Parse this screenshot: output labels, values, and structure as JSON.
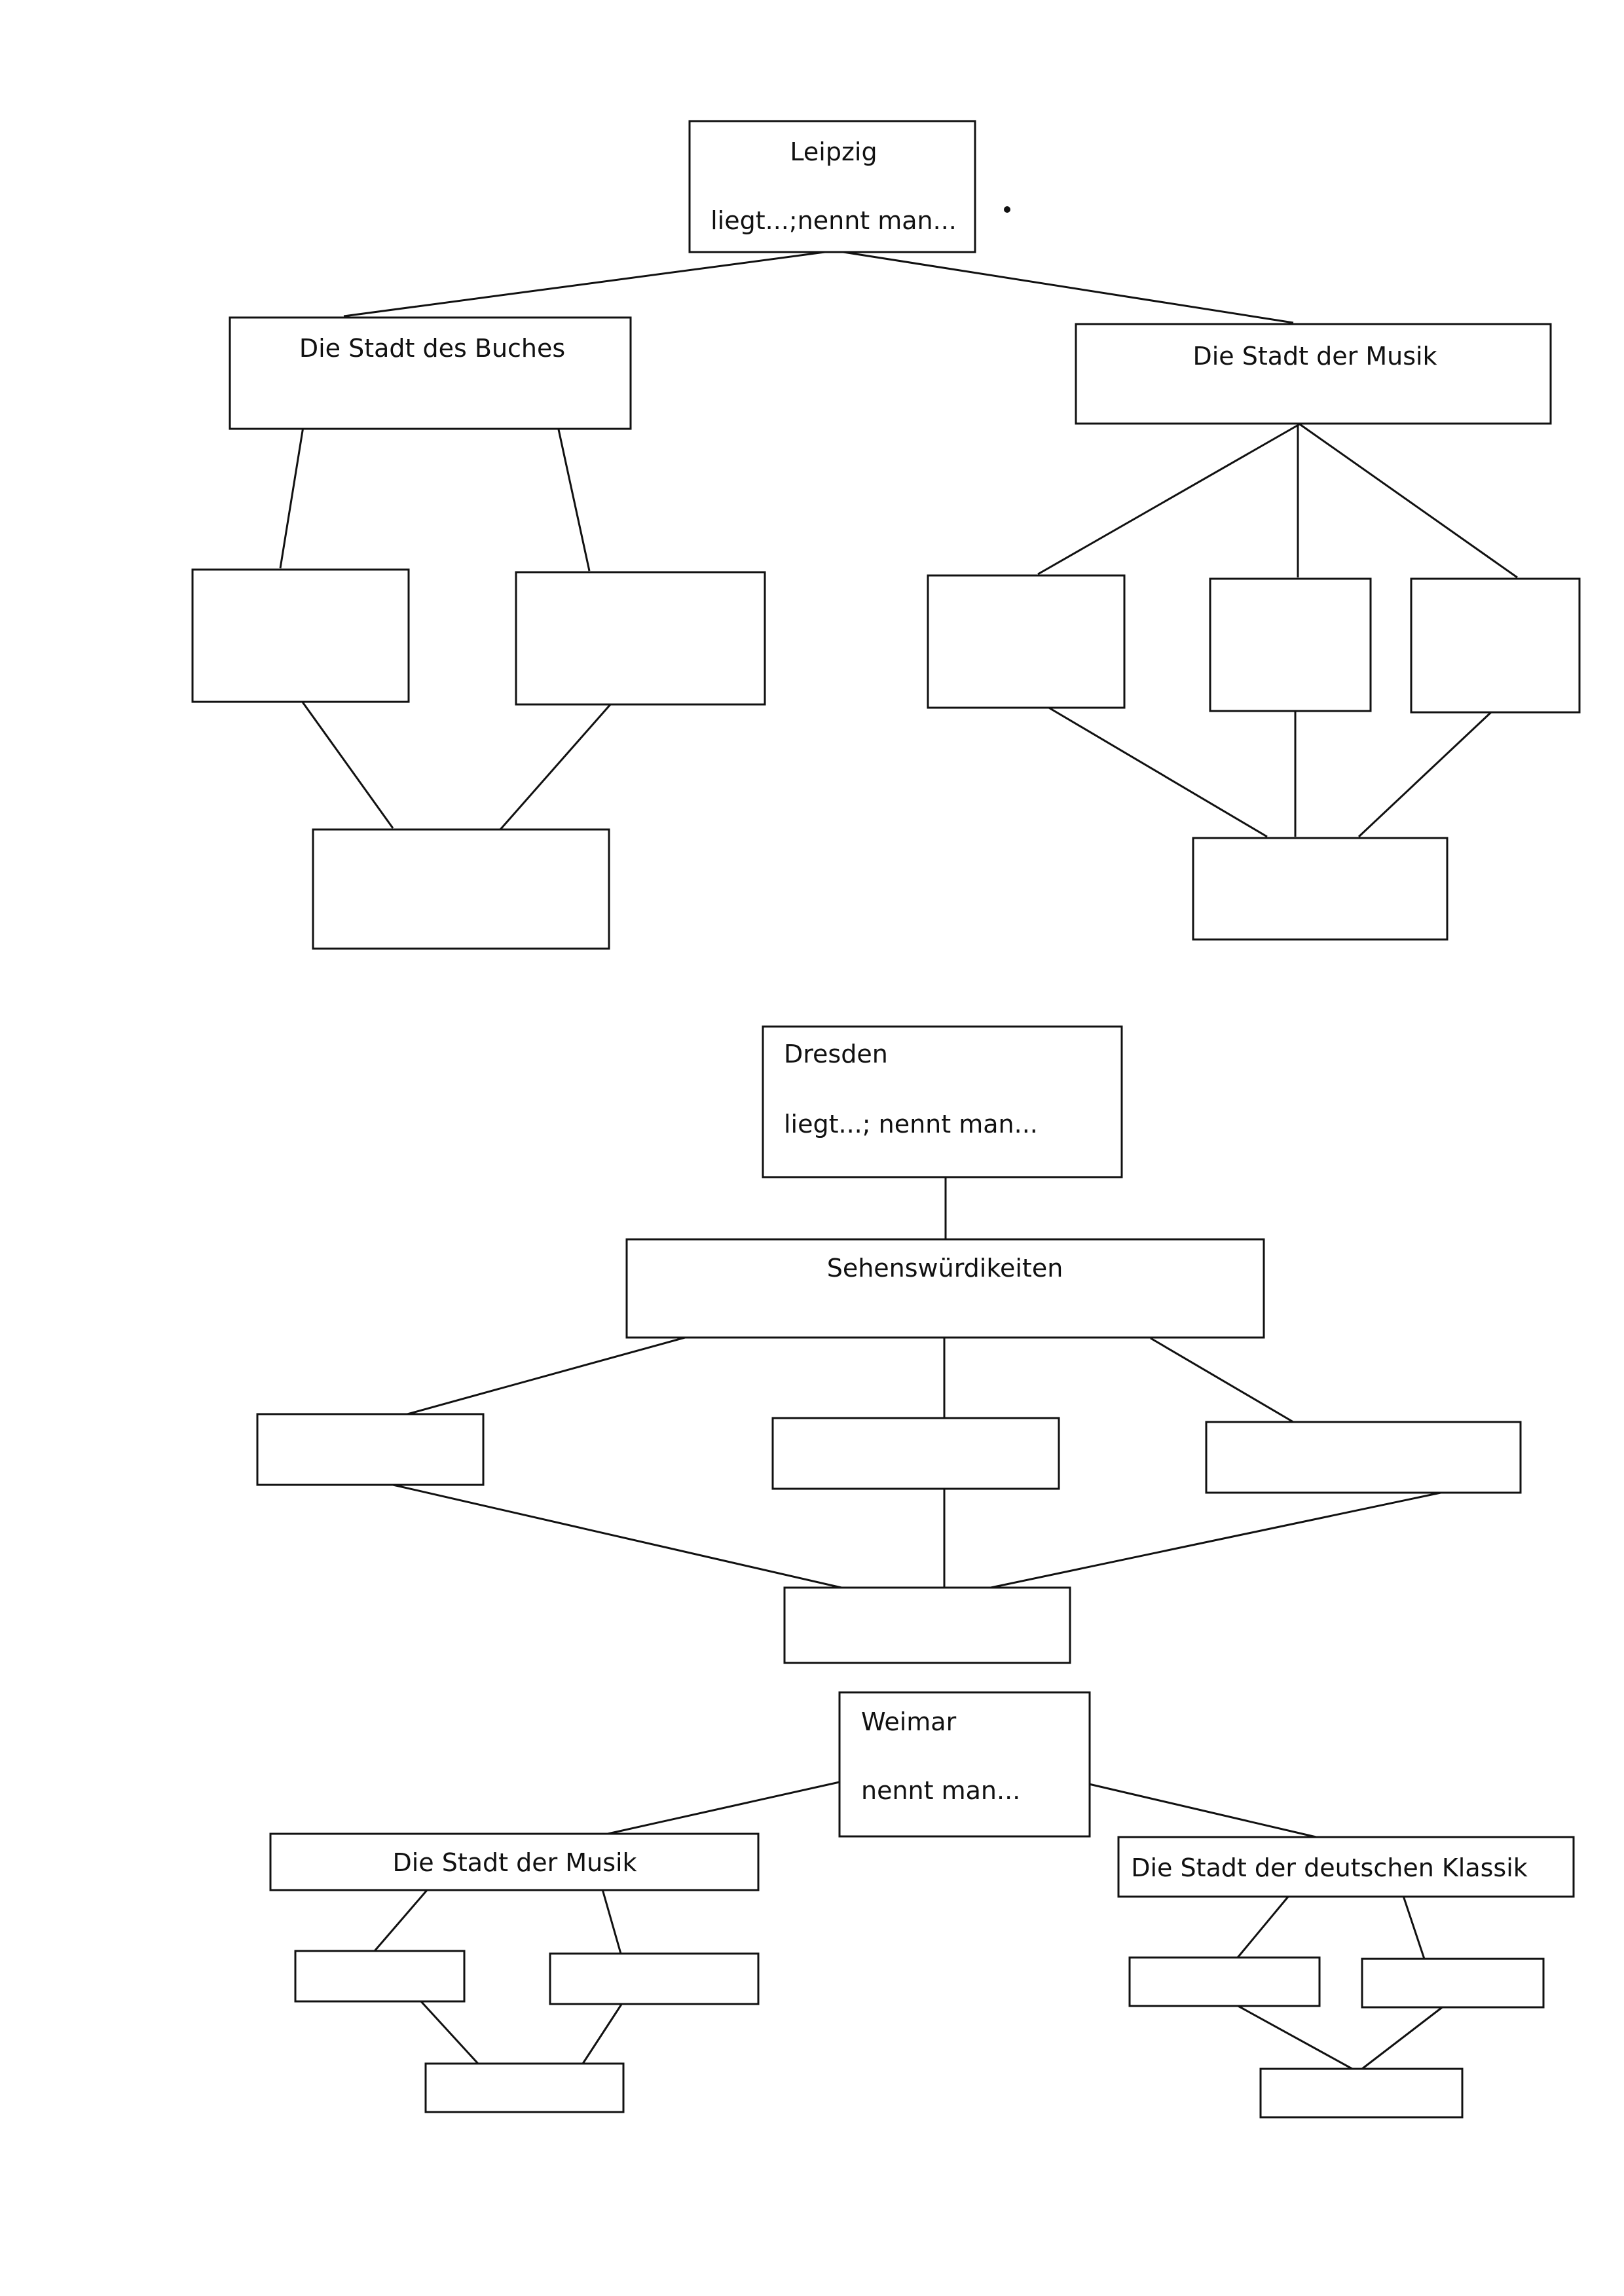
{
  "leipzig": {
    "title": "Leipzig",
    "subtitle": "liegt...;nennt man...",
    "book_city": "Die Stadt des Buches",
    "music_city": "Die Stadt der Musik"
  },
  "dresden": {
    "title": "Dresden",
    "subtitle": "liegt...; nennt man...",
    "sights": "Sehenswürdikeiten"
  },
  "weimar": {
    "title": "Weimar",
    "subtitle": "nennt man...",
    "music_city": "Die Stadt der Musik",
    "classics_city": "Die Stadt der deutschen Klassik"
  }
}
